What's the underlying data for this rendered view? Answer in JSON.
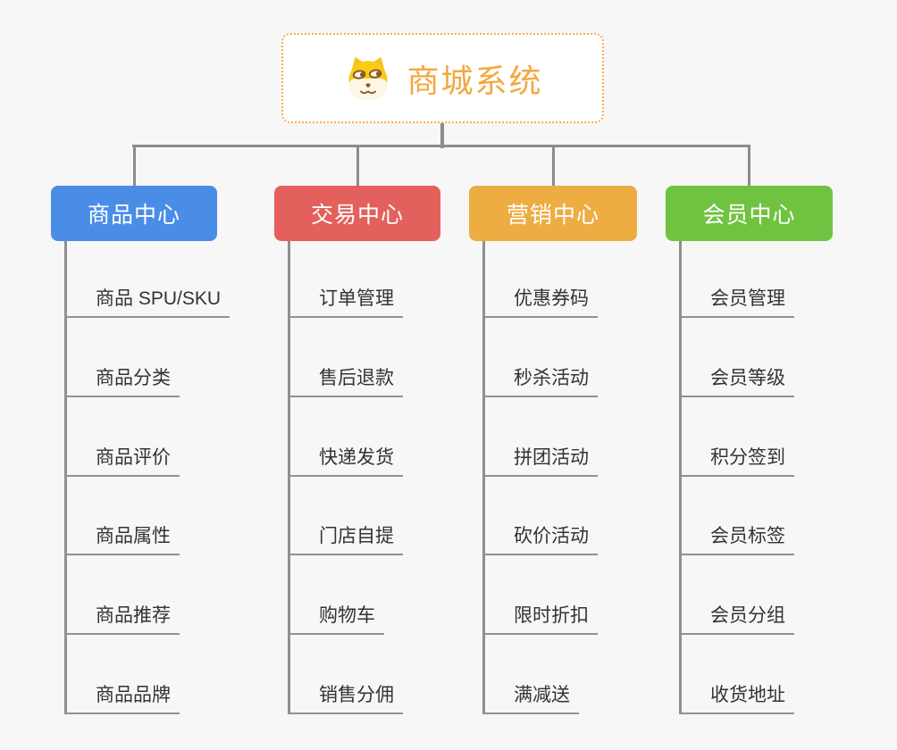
{
  "root": {
    "title": "商城系统",
    "icon": "shiba-dog-icon"
  },
  "branches": [
    {
      "label": "商品中心",
      "color": "#4a8de6",
      "items": [
        "商品 SPU/SKU",
        "商品分类",
        "商品评价",
        "商品属性",
        "商品推荐",
        "商品品牌"
      ]
    },
    {
      "label": "交易中心",
      "color": "#e4605c",
      "items": [
        "订单管理",
        "售后退款",
        "快递发货",
        "门店自提",
        "购物车",
        "销售分佣"
      ]
    },
    {
      "label": "营销中心",
      "color": "#edad42",
      "items": [
        "优惠券码",
        "秒杀活动",
        "拼团活动",
        "砍价活动",
        "限时折扣",
        "满减送"
      ]
    },
    {
      "label": "会员中心",
      "color": "#70c341",
      "items": [
        "会员管理",
        "会员等级",
        "积分签到",
        "会员标签",
        "会员分组",
        "收货地址"
      ]
    }
  ],
  "palette": {
    "background": "#f7f7f7",
    "root_border": "#f5b04c",
    "root_title": "#f2a93f",
    "connector": "#8c8c8c",
    "leaf_text": "#333333",
    "leaf_underline": "#929292"
  }
}
